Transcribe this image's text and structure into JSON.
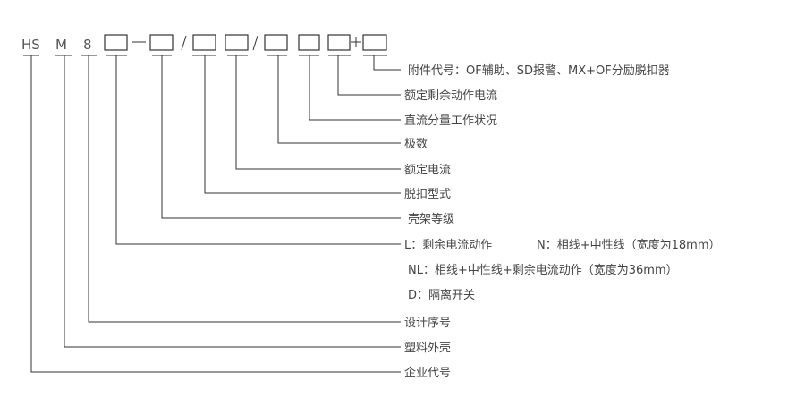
{
  "model_code": {
    "prefix": [
      "HS",
      "M",
      "8"
    ],
    "separators": [
      "—",
      "/",
      "/",
      "+"
    ]
  },
  "labels": [
    "附件代号：OF辅助、SD报警、MX+OF分励脱扣器",
    "额定剩余动作电流",
    "直流分量工作状况",
    "极数",
    "额定电流",
    "脱扣型式",
    "壳架等级",
    "L：剩余电流动作",
    "N：相线+中性线（宽度为18mm）",
    "NL：相线+中性线+剩余电流动作（宽度为36mm）",
    "D：隔离开关",
    "设计序号",
    "塑料外壳",
    "企业代号"
  ]
}
